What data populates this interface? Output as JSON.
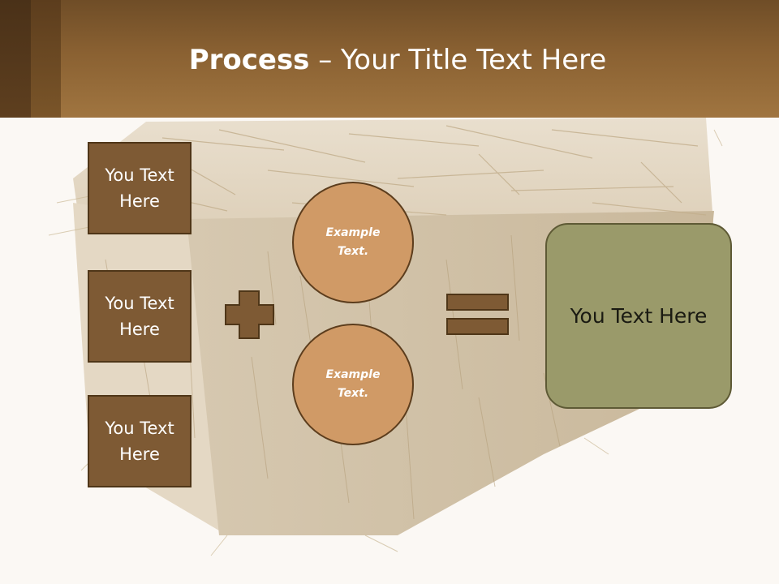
{
  "slide": {
    "title_bold": "Process",
    "title_rest": " – Your Title Text Here"
  },
  "left_boxes": [
    {
      "text": "You Text Here"
    },
    {
      "text": "You Text Here"
    },
    {
      "text": "You Text Here"
    }
  ],
  "circles": [
    {
      "text": "Example Text."
    },
    {
      "text": "Example Text."
    }
  ],
  "result": {
    "text": "You Text Here"
  },
  "colors": {
    "header_dark": "#6f4d27",
    "header_light": "#a07540",
    "box_fill": "#7e5a34",
    "box_border": "#4f3618",
    "circle_fill": "#d09a66",
    "result_fill": "#9a9a6a",
    "background": "#fbf8f4"
  },
  "icons": [
    "plus-icon",
    "equals-icon",
    "hay-bale-image"
  ]
}
